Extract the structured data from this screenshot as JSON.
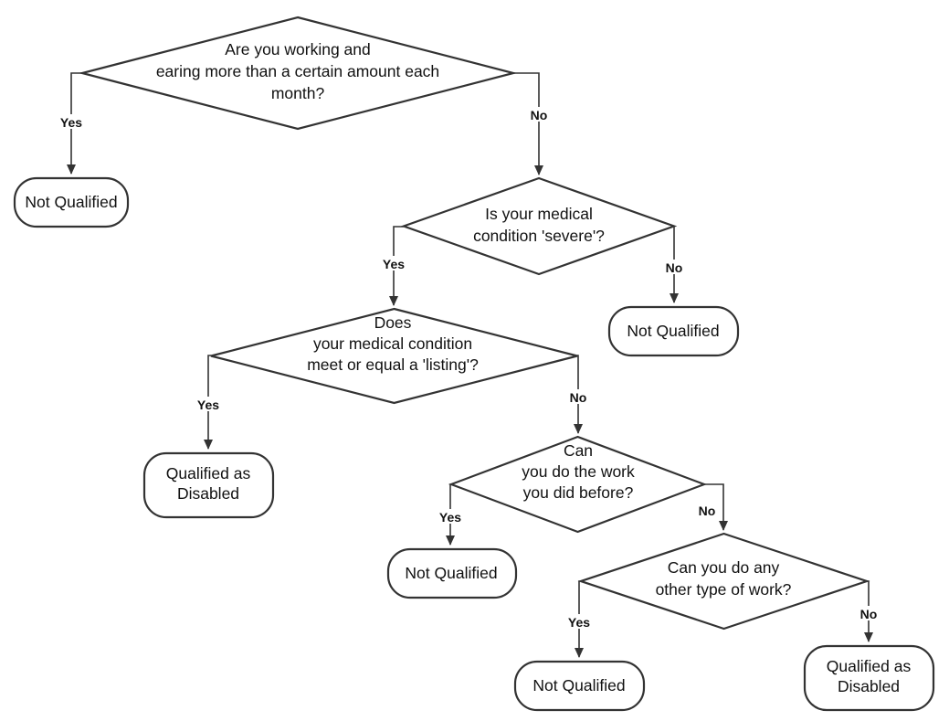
{
  "flowchart": {
    "nodes": [
      {
        "id": "q1",
        "kind": "decision",
        "lines": [
          "Are you working and",
          "earing more than a certain amount each",
          "month?"
        ]
      },
      {
        "id": "t1",
        "kind": "terminal",
        "lines": [
          "Not Qualified"
        ]
      },
      {
        "id": "q2",
        "kind": "decision",
        "lines": [
          "Is your medical",
          "condition 'severe'?"
        ]
      },
      {
        "id": "t2",
        "kind": "terminal",
        "lines": [
          "Not Qualified"
        ]
      },
      {
        "id": "q3",
        "kind": "decision",
        "lines": [
          "Does",
          "your medical condition",
          "meet or equal a 'listing'?"
        ]
      },
      {
        "id": "t3",
        "kind": "terminal",
        "lines": [
          "Qualified as",
          "Disabled"
        ]
      },
      {
        "id": "q4",
        "kind": "decision",
        "lines": [
          "Can",
          "you do the work",
          "you did before?"
        ]
      },
      {
        "id": "t4",
        "kind": "terminal",
        "lines": [
          "Not Qualified"
        ]
      },
      {
        "id": "q5",
        "kind": "decision",
        "lines": [
          "Can you do any",
          "other type of work?"
        ]
      },
      {
        "id": "t5",
        "kind": "terminal",
        "lines": [
          "Not Qualified"
        ]
      },
      {
        "id": "t6",
        "kind": "terminal",
        "lines": [
          "Qualified as",
          "Disabled"
        ]
      }
    ],
    "edges": [
      {
        "id": "e1",
        "from": "q1",
        "to": "t1",
        "label": "Yes"
      },
      {
        "id": "e2",
        "from": "q1",
        "to": "q2",
        "label": "No"
      },
      {
        "id": "e3",
        "from": "q2",
        "to": "q3",
        "label": "Yes"
      },
      {
        "id": "e4",
        "from": "q2",
        "to": "t2",
        "label": "No"
      },
      {
        "id": "e5",
        "from": "q3",
        "to": "t3",
        "label": "Yes"
      },
      {
        "id": "e6",
        "from": "q3",
        "to": "q4",
        "label": "No"
      },
      {
        "id": "e7",
        "from": "q4",
        "to": "t4",
        "label": "Yes"
      },
      {
        "id": "e8",
        "from": "q4",
        "to": "q5",
        "label": "No"
      },
      {
        "id": "e9",
        "from": "q5",
        "to": "t5",
        "label": "Yes"
      },
      {
        "id": "e10",
        "from": "q5",
        "to": "t6",
        "label": "No"
      }
    ]
  }
}
